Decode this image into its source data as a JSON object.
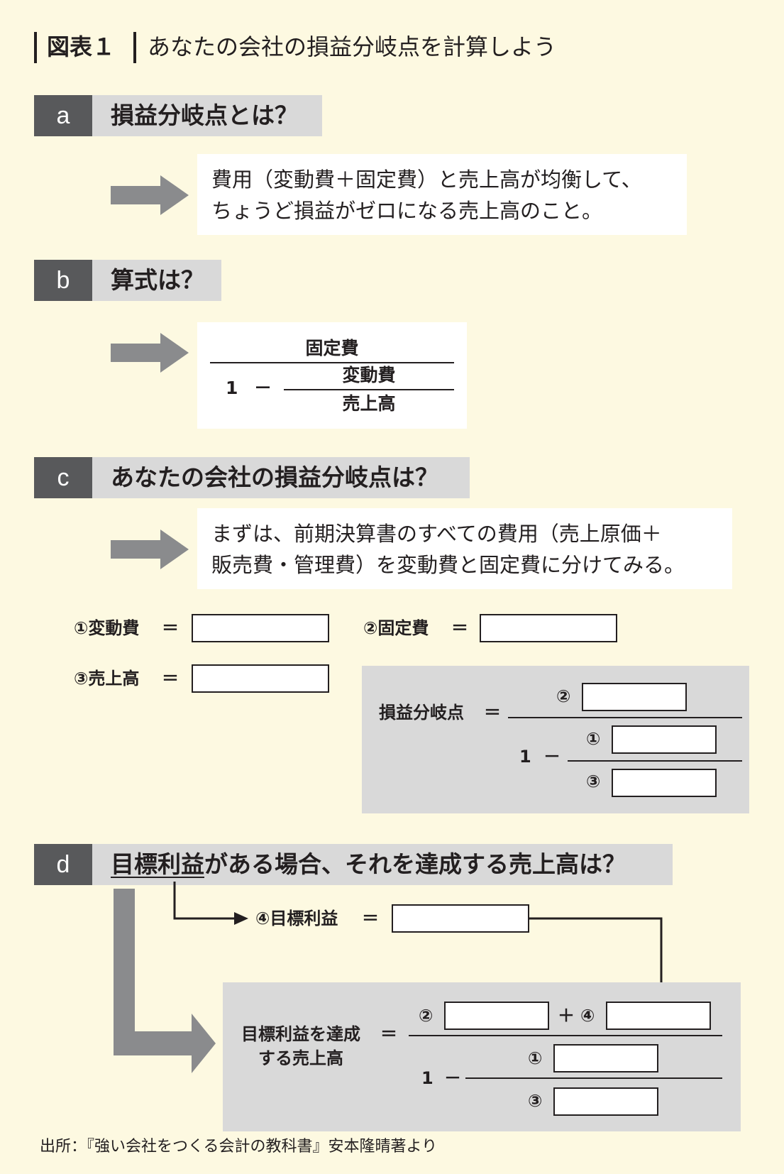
{
  "figure": {
    "label": "図表１",
    "title": "あなたの会社の損益分岐点を計算しよう"
  },
  "section_a": {
    "letter": "a",
    "heading": "損益分岐点とは？",
    "text_line1": "費用（変動費＋固定費）と売上高が均衡して、",
    "text_line2": "ちょうど損益がゼロになる売上高のこと。"
  },
  "section_b": {
    "letter": "b",
    "heading": "算式は？",
    "numerator": "固定費",
    "one": "1",
    "minus": "－",
    "inner_numerator": "変動費",
    "inner_denominator": "売上高"
  },
  "section_c": {
    "letter": "c",
    "heading": "あなたの会社の損益分岐点は？",
    "text_line1": "まずは、前期決算書のすべての費用（売上原価＋",
    "text_line2": "販売費・管理費）を変動費と固定費に分けてみる。",
    "field1_label": "①変動費",
    "field2_label": "②固定費",
    "field3_label": "③売上高",
    "equals": "＝",
    "formula_label": "損益分岐点",
    "marker2": "②",
    "marker1": "①",
    "marker3": "③",
    "one": "1",
    "minus": "－"
  },
  "section_d": {
    "letter": "d",
    "heading_underlined": "目標利益",
    "heading_rest": "がある場合、それを達成する売上高は？",
    "field4_label": "④目標利益",
    "equals": "＝",
    "formula_label_line1": "目標利益を達成",
    "formula_label_line2": "する売上高",
    "marker2": "②",
    "plus": "＋",
    "marker4": "④",
    "marker1": "①",
    "marker3": "③",
    "one": "1",
    "minus": "－"
  },
  "source": "出所：『強い会社をつくる会計の教科書』安本隆晴著より",
  "colors": {
    "background": "#fdf9e1",
    "header_dark": "#58595b",
    "header_light": "#d9d9d9",
    "arrow": "#8a8b8d",
    "formula_panel": "#d9d9d9"
  }
}
